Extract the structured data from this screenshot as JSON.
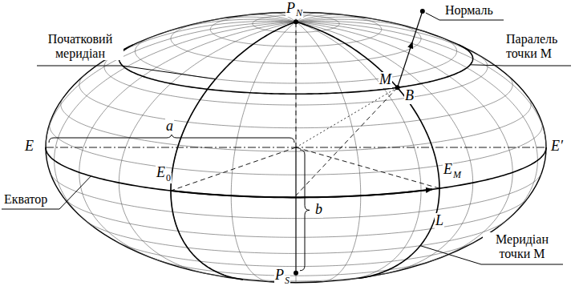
{
  "diagram": {
    "labels": [
      "P",
      "N",
      "Нормаль",
      "Початковий меридіан",
      "Паралель точки M",
      "M",
      "B",
      "a",
      "E",
      "E′",
      "E",
      "0",
      "E",
      "M",
      "Екватор",
      "b",
      "Меридіан точки M",
      "L",
      "P",
      "S"
    ]
  }
}
